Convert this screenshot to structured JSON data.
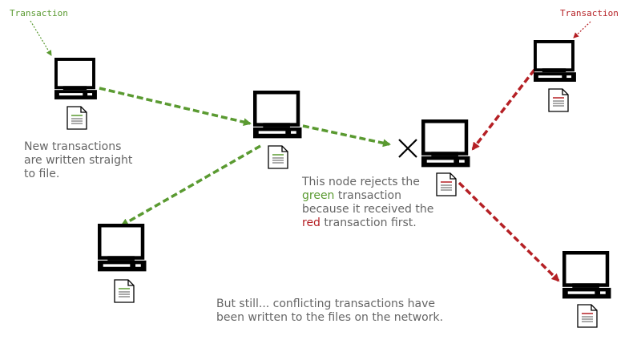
{
  "colors": {
    "green": "#5a9a31",
    "red": "#b52025",
    "ink": "#000000",
    "caption": "#666666"
  },
  "labels": {
    "tx_green": "Transaction",
    "tx_red": "Transaction"
  },
  "captions": {
    "left_line1": "New transactions",
    "left_line2": "are written straight",
    "left_line3": "to file.",
    "node_line1": "This node rejects the",
    "node_green_word": "green",
    "node_line2_rest": " transaction",
    "node_line3": "because it received the",
    "node_red_word": "red",
    "node_line4_rest": " transaction first.",
    "bottom_line1": "But still... conflicting transactions have",
    "bottom_line2": "been written to the files on the network."
  },
  "icons": {
    "computer": "computer-icon",
    "document": "document-icon",
    "reject": "x-mark-icon"
  }
}
